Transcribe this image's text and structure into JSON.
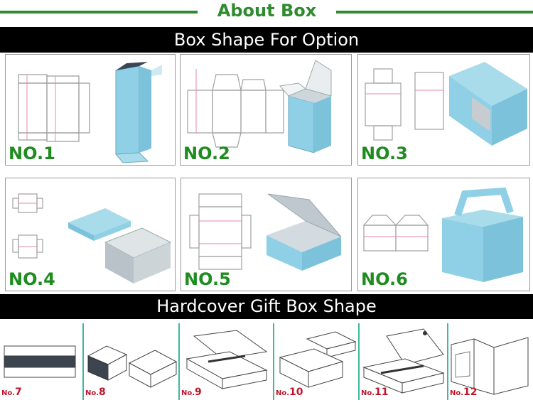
{
  "header": {
    "title": "About Box"
  },
  "sections": {
    "box_shape": {
      "title": "Box Shape For Option"
    },
    "hardcover": {
      "title": "Hardcover Gift Box Shape"
    }
  },
  "options": [
    {
      "label": "NO.1"
    },
    {
      "label": "NO.2"
    },
    {
      "label": "NO.3"
    },
    {
      "label": "NO.4"
    },
    {
      "label": "NO.5"
    },
    {
      "label": "NO.6"
    }
  ],
  "hardcover_items": [
    {
      "prefix": "No.",
      "number": "7"
    },
    {
      "prefix": "No.",
      "number": "8"
    },
    {
      "prefix": "No.",
      "number": "9"
    },
    {
      "prefix": "No.",
      "number": "10"
    },
    {
      "prefix": "No.",
      "number": "11"
    },
    {
      "prefix": "No.",
      "number": "12"
    }
  ],
  "colors": {
    "accent_green": "#2e8b2e",
    "label_green": "#1e8c1e",
    "box_blue": "#8fd0e6",
    "label_red": "#c0142a",
    "divider_teal": "#3fb8a0"
  }
}
